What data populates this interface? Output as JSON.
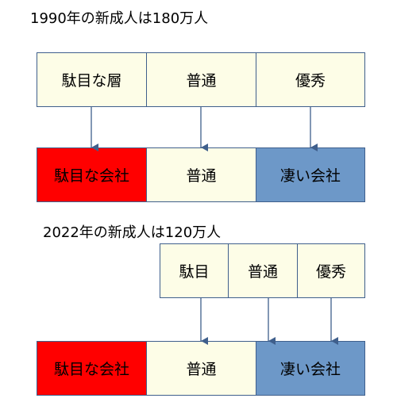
{
  "section_1990": {
    "title": "1990年の新成人は180万人",
    "people": [
      "駄目な層",
      "普通",
      "優秀"
    ],
    "companies": [
      "駄目な会社",
      "普通",
      "凄い会社"
    ]
  },
  "section_2022": {
    "title": "2022年の新成人は120万人",
    "people": [
      "駄目",
      "普通",
      "優秀"
    ],
    "companies": [
      "駄目な会社",
      "普通",
      "凄い会社"
    ]
  },
  "colors": {
    "bad_company": "#ff0000",
    "normal": "#fdfde7",
    "great_company": "#6d98c8",
    "border_and_arrows": "#3f5f8c"
  }
}
